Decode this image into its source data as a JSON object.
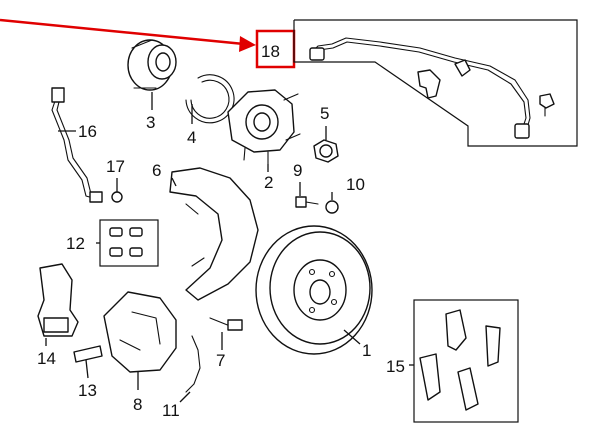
{
  "diagram": {
    "callouts": [
      {
        "id": "1",
        "text": "1"
      },
      {
        "id": "2",
        "text": "2"
      },
      {
        "id": "3",
        "text": "3"
      },
      {
        "id": "4",
        "text": "4"
      },
      {
        "id": "5",
        "text": "5"
      },
      {
        "id": "6",
        "text": "6"
      },
      {
        "id": "7",
        "text": "7"
      },
      {
        "id": "8",
        "text": "8"
      },
      {
        "id": "9",
        "text": "9"
      },
      {
        "id": "10",
        "text": "10"
      },
      {
        "id": "11",
        "text": "11"
      },
      {
        "id": "12",
        "text": "12"
      },
      {
        "id": "13",
        "text": "13"
      },
      {
        "id": "14",
        "text": "14"
      },
      {
        "id": "15",
        "text": "15"
      },
      {
        "id": "16",
        "text": "16"
      },
      {
        "id": "17",
        "text": "17"
      },
      {
        "id": "18",
        "text": "18"
      }
    ],
    "highlighted_callout": "18",
    "colors": {
      "highlight": "#e00000",
      "line_art": "#111111",
      "background": "#ffffff"
    }
  }
}
